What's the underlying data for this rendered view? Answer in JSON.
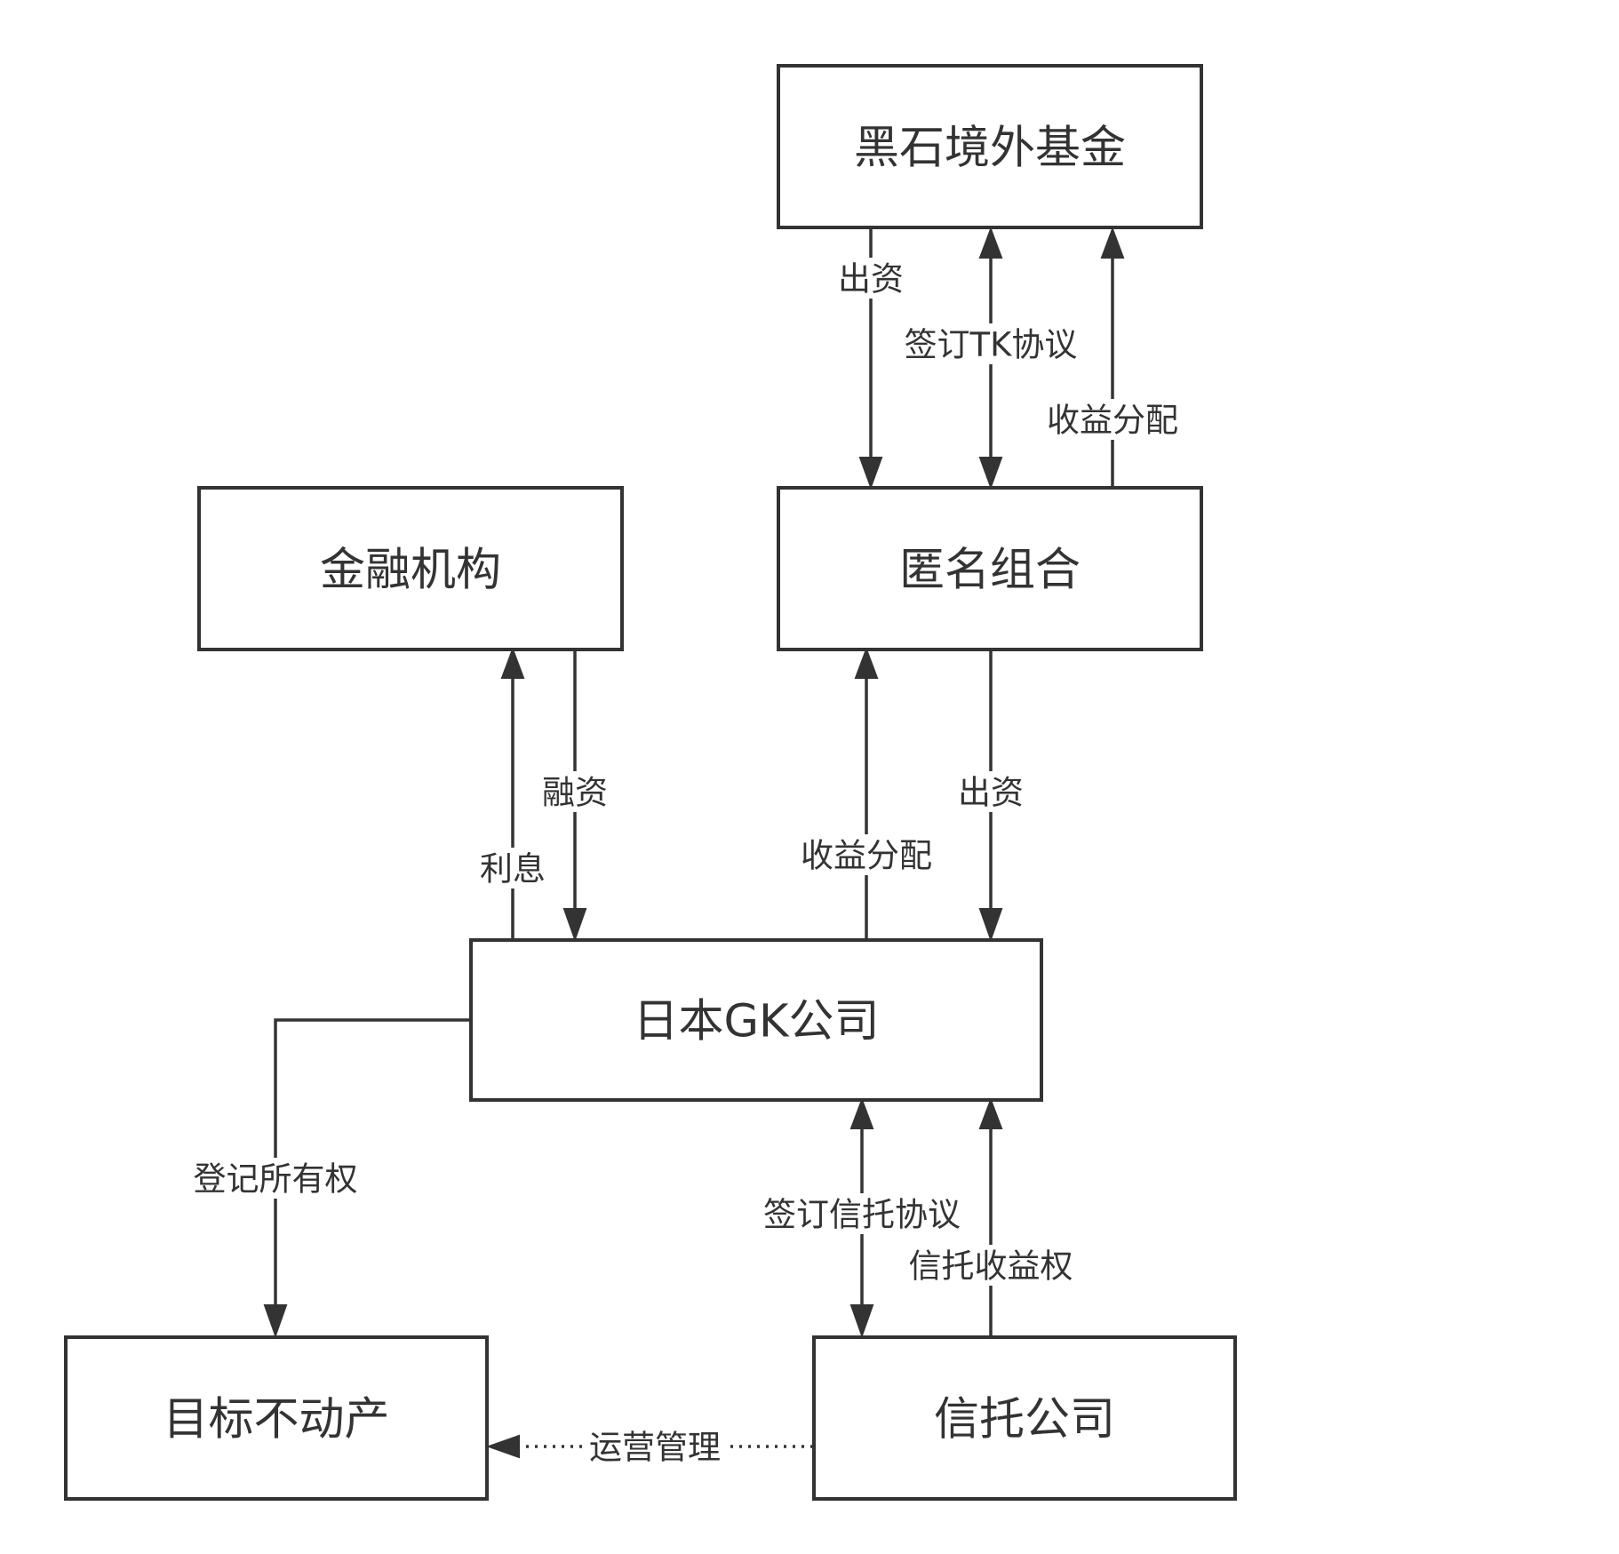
{
  "colors": {
    "stroke": "#333333",
    "text": "#333333",
    "background": "#ffffff"
  },
  "nodes": {
    "blackstone_fund": "黑石境外基金",
    "financial_institution": "金融机构",
    "tk_partnership": "匿名组合",
    "gk_company": "日本GK公司",
    "target_real_estate": "目标不动产",
    "trust_company": "信托公司"
  },
  "edges": {
    "fund_contribution": "出资",
    "sign_tk_agreement": "签订TK协议",
    "tk_profit_distribution": "收益分配",
    "interest": "利息",
    "financing": "融资",
    "gk_profit_distribution": "收益分配",
    "tk_contribution": "出资",
    "register_ownership": "登记所有权",
    "sign_trust_agreement": "签订信托协议",
    "trust_beneficiary_right": "信托收益权",
    "operation_management": "运营管理"
  }
}
